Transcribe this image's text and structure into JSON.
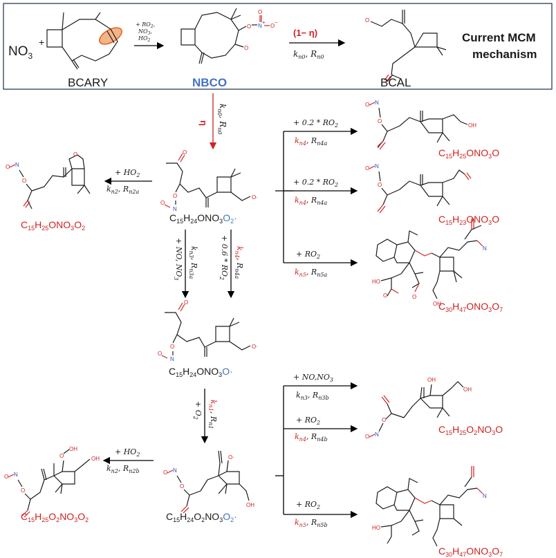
{
  "colors": {
    "black": "#1a1a1a",
    "red": "#d02020",
    "blue": "#4472c4",
    "frame": "#2a3a5a"
  },
  "header": {
    "title_line1": "Current MCM",
    "title_line2": "mechanism",
    "no3": "NO",
    "no3_sub": "3",
    "plus": "+",
    "bcary": "BCARY",
    "nbco": "NBCO",
    "bcal": "BCAL",
    "reagents": [
      "+ RO",
      "2",
      ",",
      "NO",
      "3",
      ",",
      "HO",
      "2"
    ],
    "one_minus_eta": "(1− η)"
  },
  "species": {
    "c15h24ono3o2": {
      "main": "C",
      "parts": [
        "15",
        "H",
        "24",
        "ONO",
        "3",
        "O",
        "2",
        "·"
      ]
    },
    "c15h24ono3o": {
      "parts": [
        "C",
        "15",
        "H",
        "24",
        "ONO",
        "3",
        "O·"
      ]
    },
    "c15h24o2no3o2": {
      "parts": [
        "C",
        "15",
        "H",
        "24",
        "O",
        "2",
        "NO",
        "3",
        "O",
        "2",
        "·"
      ]
    },
    "p_c15h25ono3o2": {
      "parts": [
        "C",
        "15",
        "H",
        "25",
        "ONO",
        "3",
        "O",
        "2"
      ]
    },
    "p_c15h25ono3o": {
      "parts": [
        "C",
        "15",
        "H",
        "25",
        "ONO",
        "3",
        "O"
      ]
    },
    "p_c15h23ono3o": {
      "parts": [
        "C",
        "15",
        "H",
        "23",
        "ONO",
        "3",
        "O"
      ]
    },
    "p_c30h47ono3o7a": {
      "parts": [
        "C",
        "30",
        "H",
        "47",
        "ONO",
        "3",
        "O",
        "7"
      ]
    },
    "p_c15h25o2no3o": {
      "parts": [
        "C",
        "15",
        "H",
        "25",
        "O",
        "2",
        "NO",
        "3",
        "O"
      ]
    },
    "p_c15h25o2no3o2": {
      "parts": [
        "C",
        "15",
        "H",
        "25",
        "O",
        "2",
        "NO",
        "3",
        "O",
        "2"
      ]
    },
    "p_c30h47ono3o7b": {
      "parts": [
        "C",
        "30",
        "H",
        "47",
        "ONO",
        "3",
        "O",
        "7"
      ]
    }
  },
  "reactions": {
    "eta": "η",
    "kn0": "k",
    "kn0_sub": "n0",
    "rn0": "R",
    "rn0_sub": "n0",
    "r_ho2_a": {
      "top": "+ HO",
      "top_sub": "2",
      "k": "k",
      "k_sub": "n2",
      "r": "R",
      "r_sub": "n2a"
    },
    "r_no_a": {
      "top": "+ NO, NO",
      "top_sub": "3",
      "k": "k",
      "k_sub": "n3",
      "r": "R",
      "r_sub": "n3a"
    },
    "r_ro2_06": {
      "top": "+ 0.6 * RO",
      "top_sub": "2",
      "k": "k",
      "k_sub": "n4",
      "r": "R",
      "r_sub": "n4a"
    },
    "r_ro2_02a": {
      "top": "+ 0.2 * RO",
      "top_sub": "2",
      "k": "k",
      "k_sub": "n4",
      "r": "R",
      "r_sub": "n4a"
    },
    "r_ro2_02b": {
      "top": "+ 0.2 * RO",
      "top_sub": "2",
      "k": "k",
      "k_sub": "n4",
      "r": "R",
      "r_sub": "n4a"
    },
    "r_ro2_5a": {
      "top": "+ RO",
      "top_sub": "2",
      "k": "k",
      "k_sub": "n5",
      "r": "R",
      "r_sub": "n5a"
    },
    "r_o2": {
      "top": "+ O",
      "top_sub": "2",
      "k": "k",
      "k_sub": "n1",
      "r": "R",
      "r_sub": "n1"
    },
    "r_no_b": {
      "top": "+ NO,NO",
      "top_sub": "3",
      "k": "k",
      "k_sub": "n3",
      "r": "R",
      "r_sub": "n3b"
    },
    "r_ro2_4b": {
      "top": "+ RO",
      "top_sub": "2",
      "k": "k",
      "k_sub": "n4",
      "r": "R",
      "r_sub": "n4b"
    },
    "r_ro2_5b": {
      "top": "+ RO",
      "top_sub": "2",
      "k": "k",
      "k_sub": "n5",
      "r": "R",
      "r_sub": "n5b"
    },
    "r_ho2_b": {
      "top": "+ HO",
      "top_sub": "2",
      "k": "k",
      "k_sub": "n2",
      "r": "R",
      "r_sub": "n2b"
    }
  },
  "atoms": {
    "O": "O",
    "N": "N",
    "Nplus": "N",
    "plus": "+",
    "minus": "−",
    "OH": "OH",
    "HO": "HO",
    "Odot": "O·",
    "OH_short": "OH"
  }
}
